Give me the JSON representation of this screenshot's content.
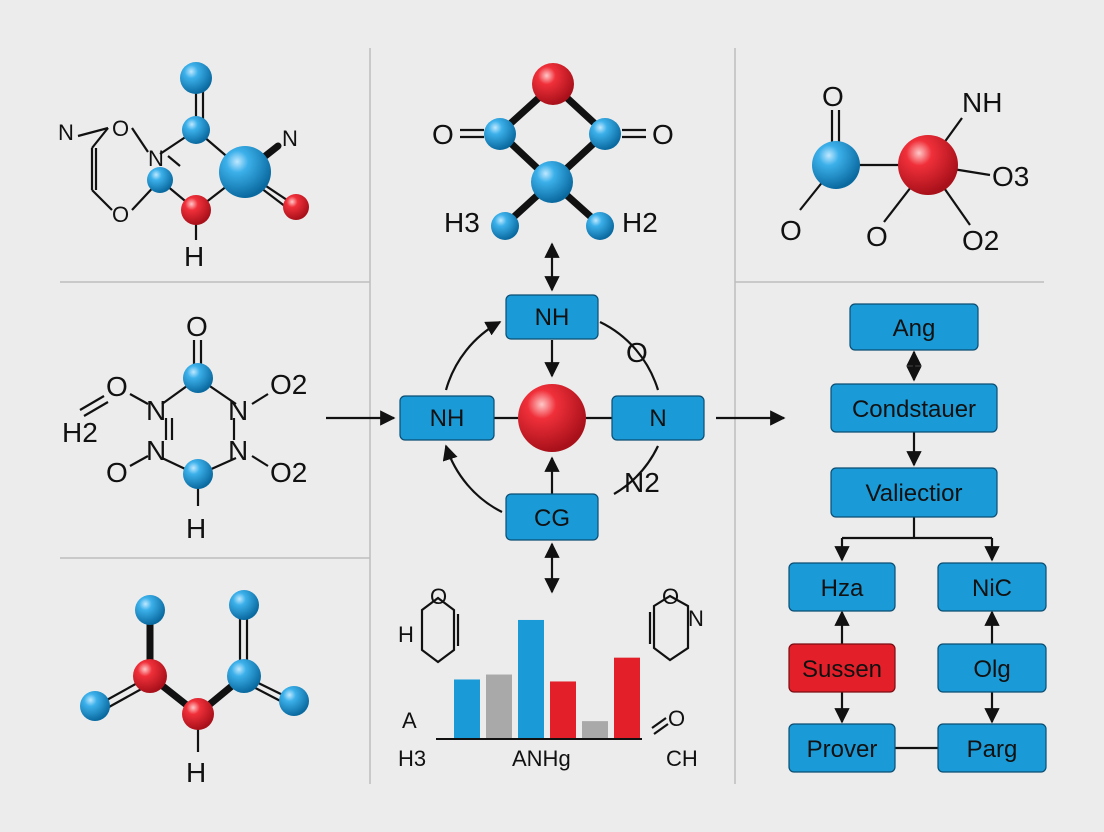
{
  "colors": {
    "background": "#ececec",
    "atom_blue": "#1a9ad6",
    "atom_red": "#e3202a",
    "bar_gray": "#a9a9a9",
    "box_blue": "#1a9ad6",
    "box_red": "#e3202a"
  },
  "molecules": {
    "top_left": {
      "labels": [
        "N",
        "O",
        "N",
        "O",
        "N",
        "H"
      ]
    },
    "top_center": {
      "labels": [
        "O",
        "O",
        "H3",
        "H2"
      ]
    },
    "top_right": {
      "labels": [
        "O",
        "NH",
        "O3",
        "O",
        "O",
        "O2"
      ]
    },
    "mid_left": {
      "labels": [
        "O",
        "O",
        "H2",
        "N",
        "N",
        "O2",
        "O",
        "N",
        "N",
        "O2",
        "H"
      ]
    },
    "bottom_left": {
      "labels": [
        "H"
      ]
    }
  },
  "cycle": {
    "nodes": {
      "top": "NH",
      "left": "NH",
      "right": "N",
      "bottom": "CG"
    },
    "annotations": {
      "o": "O",
      "n2": "N2"
    }
  },
  "bottom_center": {
    "left_ring": "H",
    "left_ring_o": "O",
    "right_ring_o": "O",
    "right_ring_n": "N",
    "a_label": "A",
    "h3_label": "H3",
    "axis_label": "ANHg",
    "ch_label": "CH",
    "co_label": "O",
    "chart_data": {
      "type": "bar",
      "categories": [
        "",
        "",
        "",
        "",
        "",
        ""
      ],
      "values": [
        6,
        6.5,
        12,
        5.8,
        1.8,
        8.2
      ],
      "colors": [
        "#1a9ad6",
        "#a9a9a9",
        "#1a9ad6",
        "#e3202a",
        "#a9a9a9",
        "#e3202a"
      ],
      "ylim": [
        0,
        12.5
      ]
    }
  },
  "flowchart": {
    "nodes": [
      "Ang",
      "Condstauer",
      "Valiectior",
      "Hza",
      "NiC",
      "Sussen",
      "Olg",
      "Prover",
      "Parg"
    ]
  }
}
